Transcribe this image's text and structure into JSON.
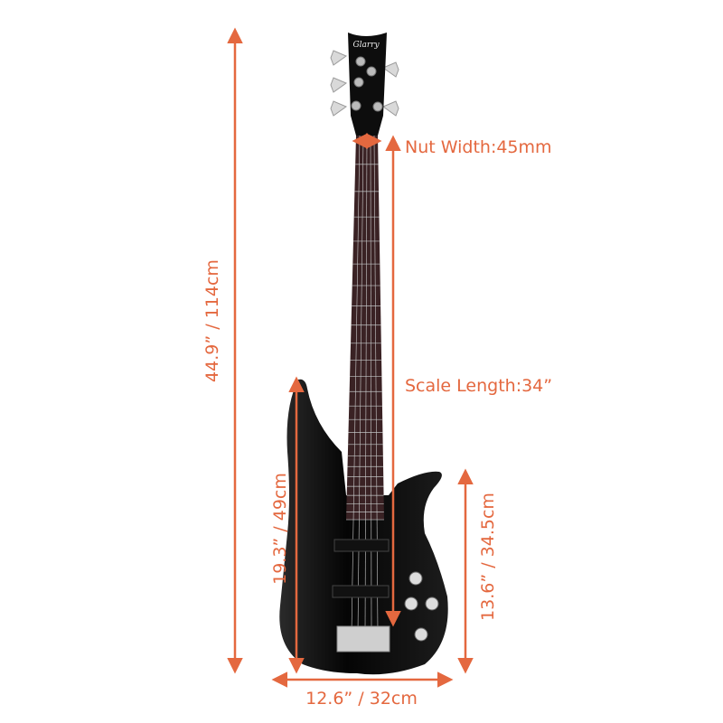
{
  "brand_logo": "Glarry",
  "colors": {
    "accent": "#e4683f",
    "body": "#0b0b0b",
    "fretboard": "#3a2224"
  },
  "dimensions": {
    "overall_length": "44.9”  /  114cm",
    "nut_width": "Nut Width:45mm",
    "scale_length": "Scale Length:34”",
    "body_length": "19.3”  /  49cm",
    "lower_body_length": "13.6”  /  34.5cm",
    "body_width": "12.6”  /  32cm"
  }
}
